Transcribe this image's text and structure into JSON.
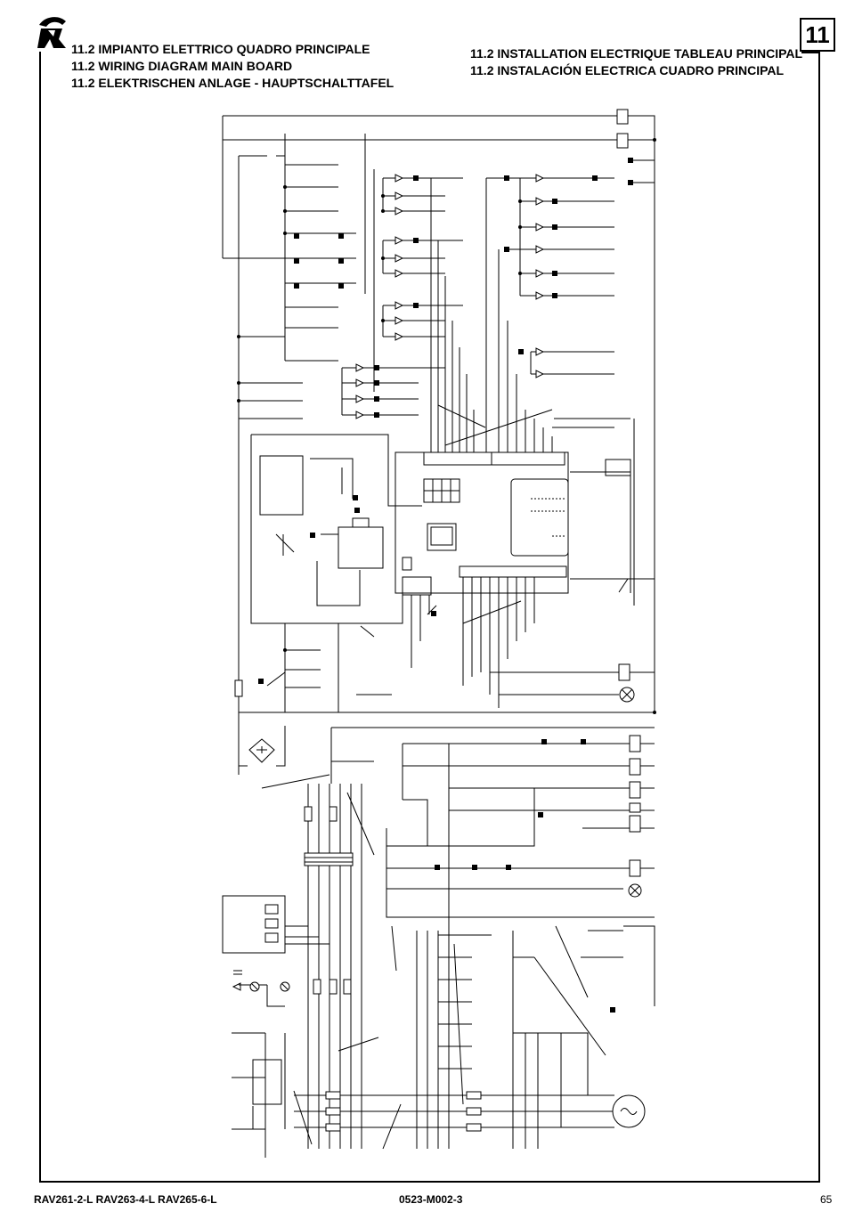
{
  "header": {
    "chapter_number": "11",
    "titles_left": [
      "11.2 IMPIANTO ELETTRICO QUADRO PRINCIPALE",
      "11.2 WIRING DIAGRAM MAIN BOARD",
      "11.2 ELEKTRISCHEN ANLAGE - HAUPTSCHALTTAFEL"
    ],
    "titles_right": [
      "11.2 INSTALLATION ELECTRIQUE TABLEAU PRINCIPAL",
      "11.2 INSTALACIÓN ELECTRICA CUADRO PRINCIPAL"
    ]
  },
  "footer": {
    "models": "RAV261-2-L   RAV263-4-L   RAV265-6-L",
    "document_code": "0523-M002-3",
    "page_number": "65"
  },
  "icons": {
    "logo": "manufacturer-logo-icon",
    "motor": "motor-icon",
    "lamp": "lamp-icon",
    "rectifier": "bridge-rectifier-icon"
  }
}
